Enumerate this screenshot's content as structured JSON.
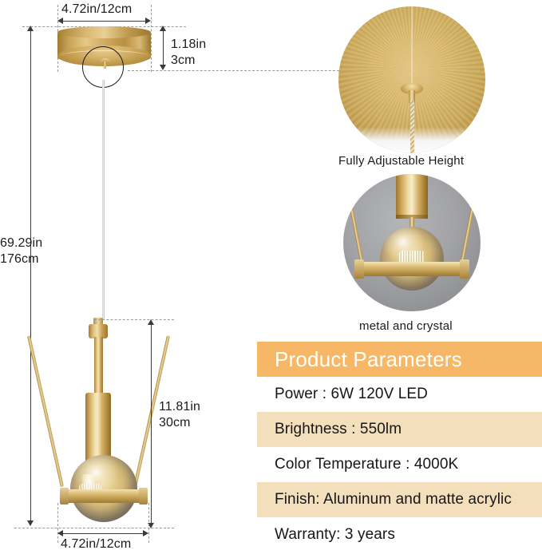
{
  "diagram": {
    "dimensions": {
      "canopy_width": "4.72in/12cm",
      "canopy_height": "1.18in\n3cm",
      "total_height": "69.29in\n176cm",
      "shade_height": "11.81in\n30cm",
      "shade_width": "4.72in/12cm"
    },
    "callouts": [
      {
        "caption": "Fully Adjustable Height"
      },
      {
        "caption": "metal and crystal"
      }
    ]
  },
  "parameters": {
    "title": "Product Parameters",
    "header_bg": "#f6b866",
    "row_bg": "#f4dfbc",
    "rows": [
      {
        "label": "Power : 6W  120V  LED",
        "tint": false
      },
      {
        "label": "Brightness : 550lm",
        "tint": true
      },
      {
        "label": "Color Temperature : 4000K",
        "tint": false
      },
      {
        "label": "Finish: Aluminum and matte acrylic",
        "tint": true
      },
      {
        "label": "Warranty: 3 years",
        "tint": false
      }
    ]
  }
}
